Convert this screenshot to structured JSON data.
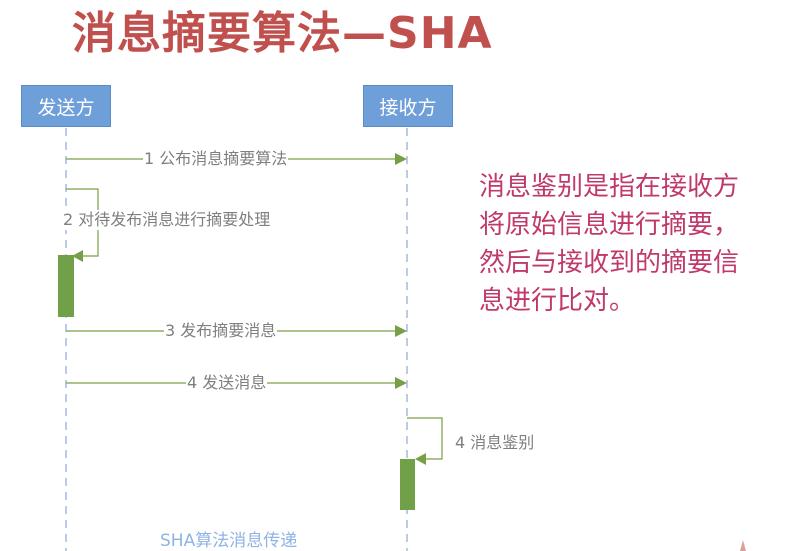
{
  "slide": {
    "title": "消息摘要算法—SHA",
    "title_color": "#c0504d"
  },
  "actors": {
    "sender": "发送方",
    "receiver": "接收方",
    "box_color": "#6f9fd8"
  },
  "messages": [
    {
      "id": 1,
      "label": "1 公布消息摘要算法",
      "from": "发送方",
      "to": "接收方"
    },
    {
      "id": 2,
      "label": "2 对待发布消息进行摘要处理",
      "from": "发送方",
      "to": "发送方"
    },
    {
      "id": 3,
      "label": "3 发布摘要消息",
      "from": "发送方",
      "to": "接收方"
    },
    {
      "id": 4,
      "label": "4 发送消息",
      "from": "发送方",
      "to": "接收方"
    },
    {
      "id": 5,
      "label": "4 消息鉴别",
      "from": "接收方",
      "to": "接收方"
    }
  ],
  "description": {
    "lines": [
      "消息鉴别是指在接收方",
      "将原始信息进行摘要，",
      "然后与接收到的摘要信",
      "息进行比对。"
    ],
    "color": "#c0396b"
  },
  "caption": "SHA算法消息传递",
  "colors": {
    "arrow": "#77a046",
    "activation": "#70a047",
    "lifeline": "#8fa8d8"
  }
}
